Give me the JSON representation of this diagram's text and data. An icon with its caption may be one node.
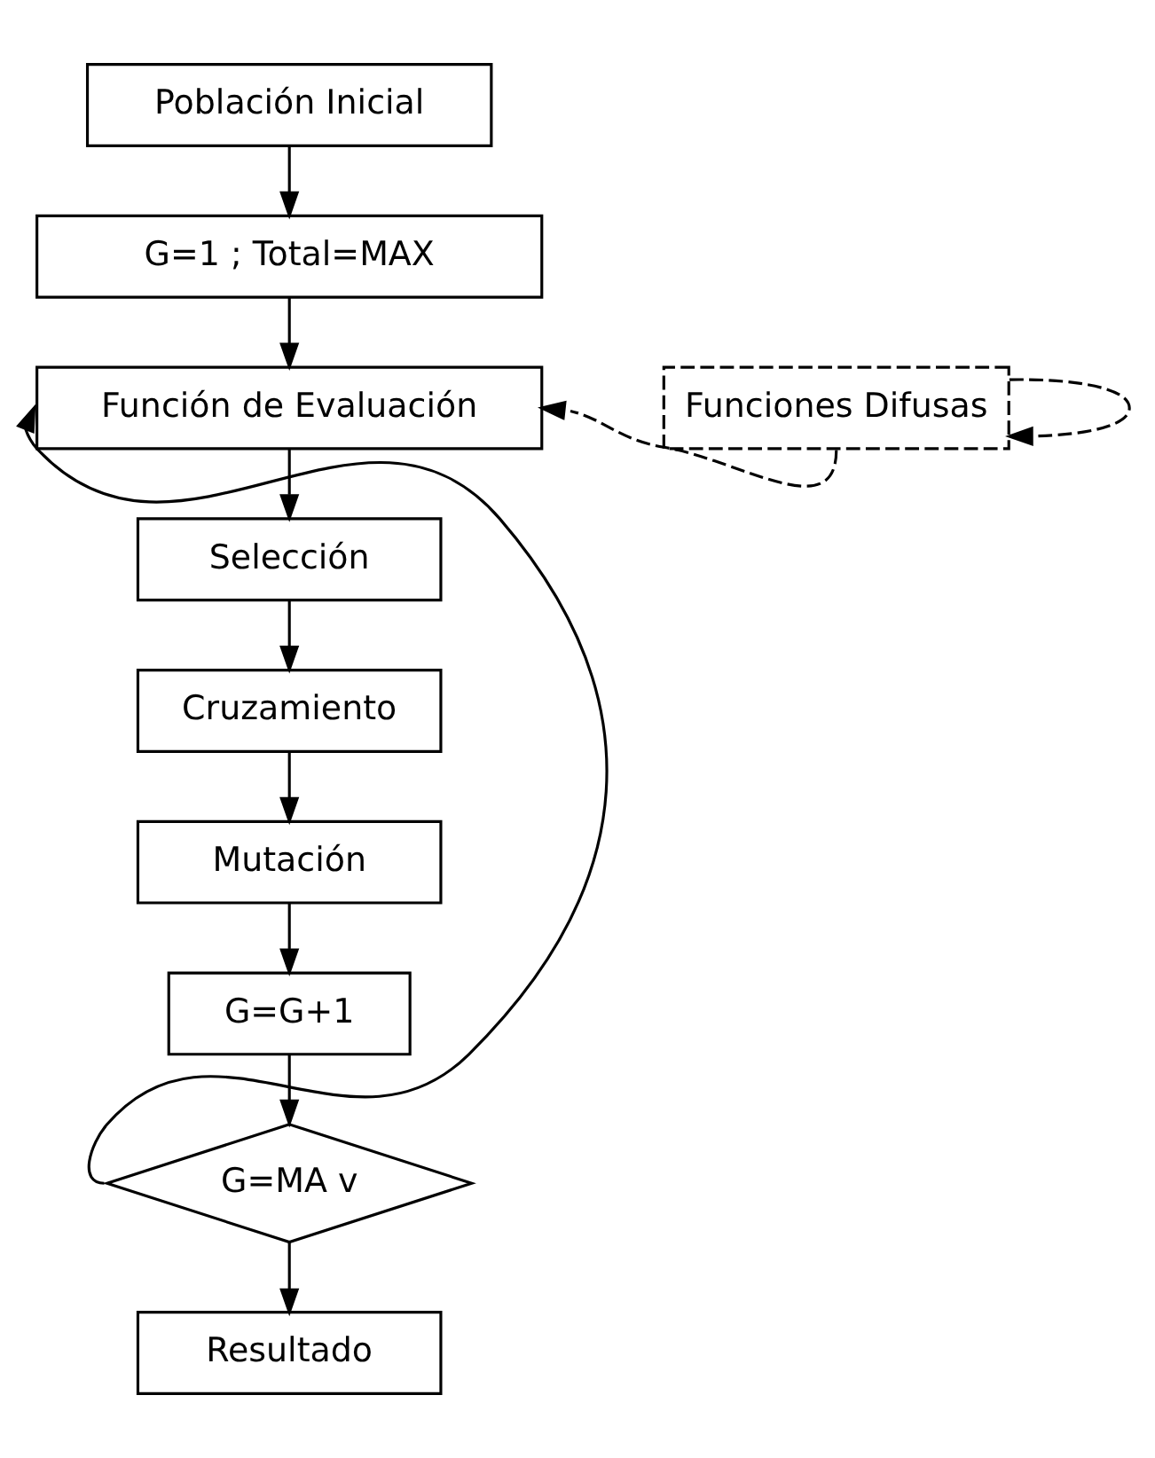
{
  "diagram": {
    "nodes": [
      {
        "text": [
          "Población Inicial"
        ]
      },
      {
        "text": [
          "G=1 ; Total=MAX"
        ]
      },
      {
        "text": [
          "Función de Evaluación"
        ]
      },
      {
        "text": [
          "Funciones Difusas"
        ]
      },
      {
        "text": [
          "Selección"
        ]
      },
      {
        "text": [
          "Cruzamiento"
        ]
      },
      {
        "text": [
          "Mutación"
        ]
      },
      {
        "text": [
          "G=G+1"
        ]
      },
      {
        "text": [
          "G=MA v"
        ]
      },
      {
        "text": [
          "Resultado"
        ]
      }
    ],
    "edges": [
      {
        "from": 0,
        "to": 1,
        "arrow": "to"
      },
      {
        "from": 1,
        "to": 2,
        "arrow": "to"
      },
      {
        "from": 3,
        "to": 2,
        "arrow": "to",
        "style": "dashed"
      },
      {
        "from": 3,
        "to": 3,
        "arrow": "to",
        "style": "dashed"
      },
      {
        "from": 2,
        "to": 4,
        "arrow": "to"
      },
      {
        "from": 4,
        "to": 5,
        "arrow": "to"
      },
      {
        "from": 5,
        "to": 6,
        "arrow": "to"
      },
      {
        "from": 6,
        "to": 7,
        "arrow": "to"
      },
      {
        "from": 7,
        "to": 8,
        "arrow": "to"
      },
      {
        "from": 8,
        "to": 2,
        "arrow": "to"
      },
      {
        "from": 8,
        "to": 9,
        "arrow": "to"
      }
    ]
  }
}
